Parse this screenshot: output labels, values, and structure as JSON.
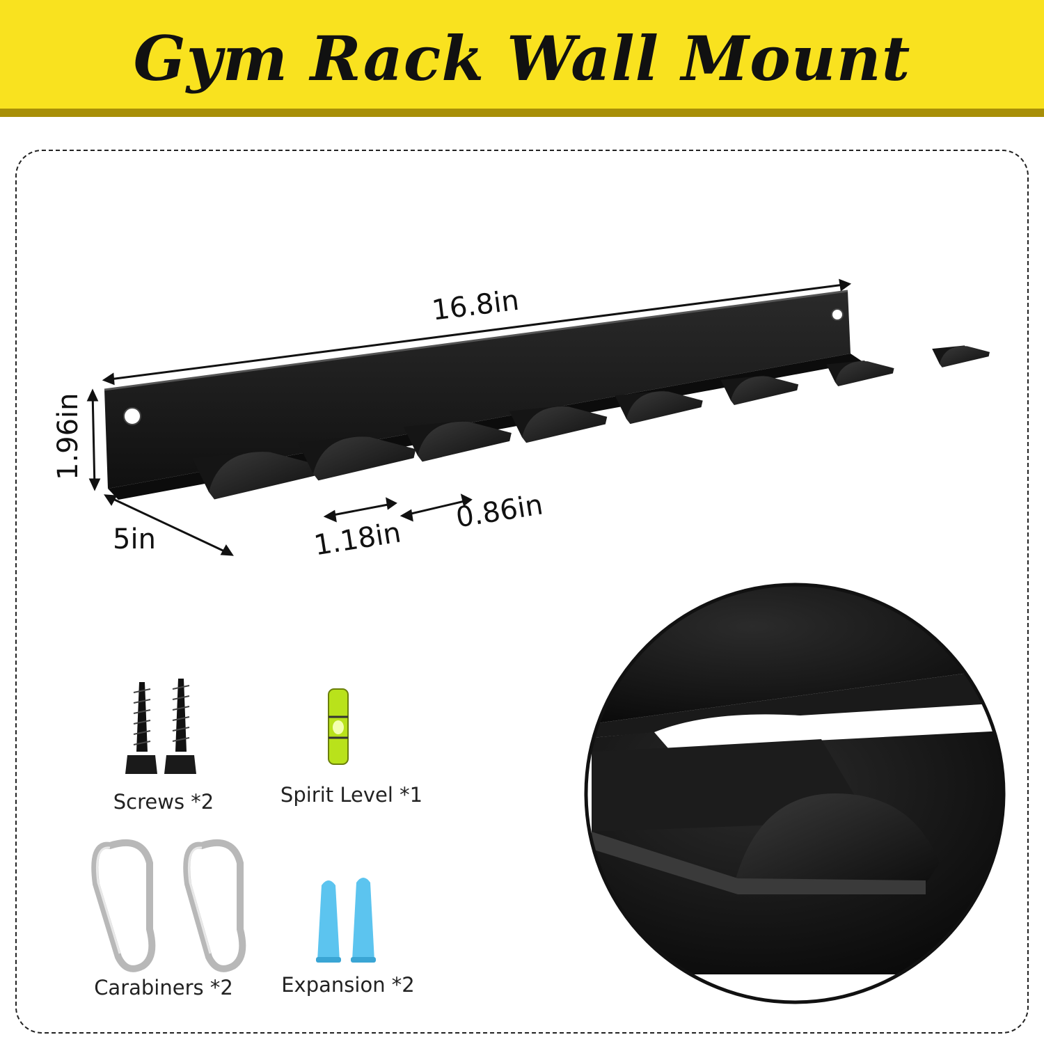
{
  "title": "Gym Rack Wall Mount",
  "colors": {
    "banner": "#f9e21f",
    "banner_shadow": "#a88f08",
    "rack_metal": "#1b1b1b",
    "spirit_level_bubble": "#c8f01e",
    "expansion_anchor": "#5cc4ef"
  },
  "dimensions": {
    "length": "16.8in",
    "height": "1.96in",
    "depth": "5in",
    "hook_gap": "1.18in",
    "hook_width": "0.86in"
  },
  "accessories": [
    {
      "icon": "screw-icon",
      "label": "Screws *2"
    },
    {
      "icon": "spirit-level-icon",
      "label": "Spirit Level *1"
    },
    {
      "icon": "carabiner-icon",
      "label": "Carabiners *2"
    },
    {
      "icon": "expansion-anchor-icon",
      "label": "Expansion *2"
    }
  ]
}
